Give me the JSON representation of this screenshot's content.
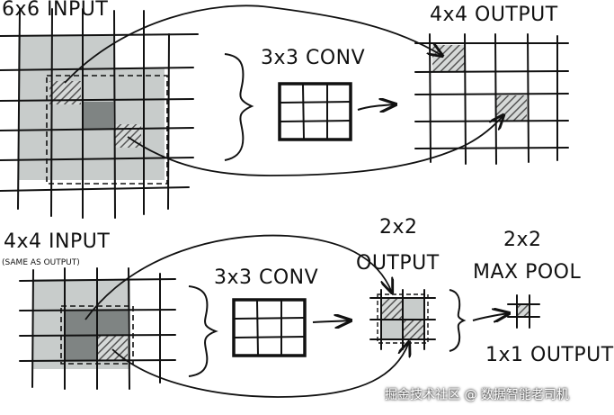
{
  "labels": {
    "input_6x6": "6x6 INPUT",
    "output_4x4": "4x4 OUTPUT",
    "conv_top": "3x3 CONV",
    "input_4x4": "4x4 INPUT",
    "same_as_output": "(SAME AS OUTPUT)",
    "conv_bottom": "3x3 CONV",
    "output_2x2_line1": "2x2",
    "output_2x2_line2": "OUTPUT",
    "maxpool_line1": "2x2",
    "maxpool_line2": "MAX POOL",
    "output_1x1": "1x1 OUTPUT"
  },
  "watermark": "掘金技术社区 @ 数据智能老司机",
  "colors": {
    "ink": "#111111",
    "light_gray": "#c8cccb",
    "dark_gray": "#7f8483",
    "hatch": "#555555"
  }
}
